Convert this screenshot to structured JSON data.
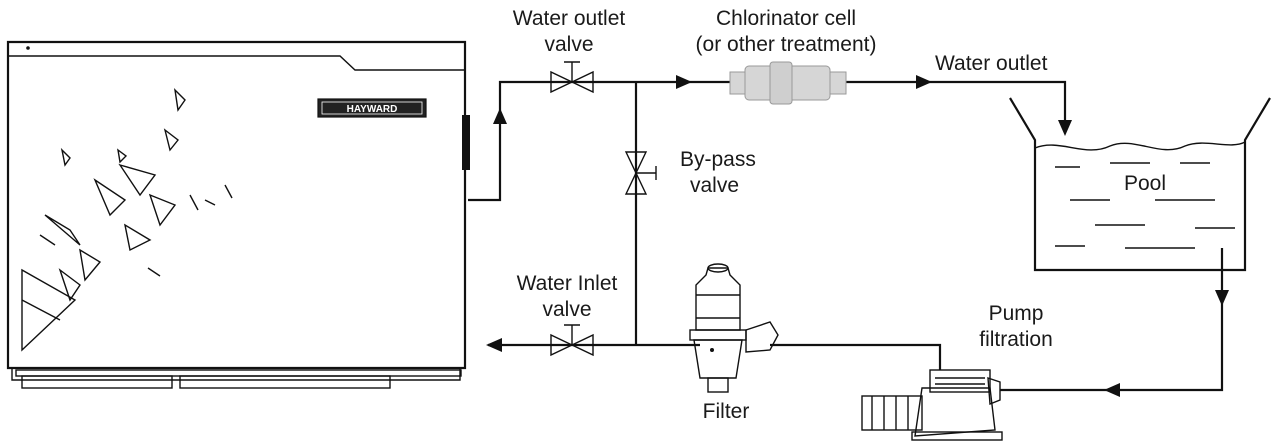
{
  "brand": {
    "logo_text": "HAYWARD"
  },
  "labels": {
    "water_outlet_valve_line1": "Water outlet",
    "water_outlet_valve_line2": "valve",
    "chlorinator_line1": "Chlorinator cell",
    "chlorinator_line2": "(or other treatment)",
    "water_outlet": "Water outlet",
    "bypass_line1": "By-pass",
    "bypass_line2": "valve",
    "pool": "Pool",
    "water_inlet_valve_line1": "Water Inlet",
    "water_inlet_valve_line2": "valve",
    "pump_line1": "Pump",
    "pump_line2": "filtration",
    "filter": "Filter"
  },
  "colors": {
    "line": "#111111",
    "chlorinator_fill": "#d6d6d6",
    "background": "#ffffff"
  }
}
